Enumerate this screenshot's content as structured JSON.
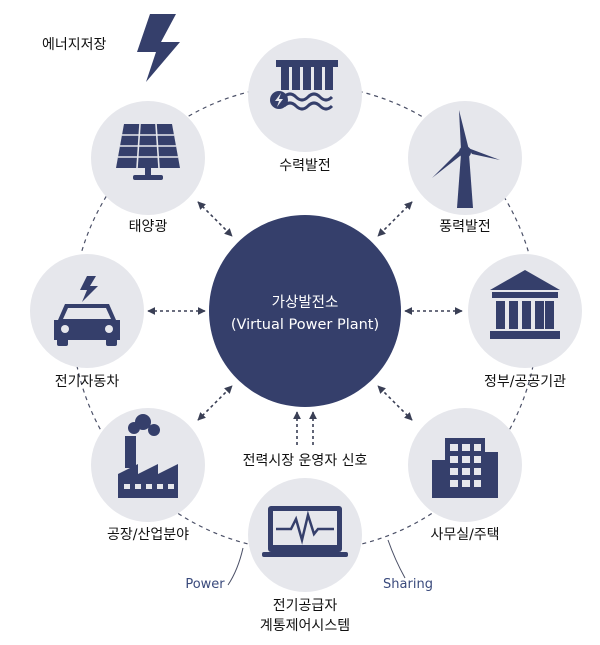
{
  "colors": {
    "navy": "#353f6b",
    "node_bg": "#e6e7ec",
    "dash": "#4a4f66",
    "accent_text": "#3a4a7c"
  },
  "center": {
    "line1": "가상발전소",
    "line2": "(Virtual Power Plant)"
  },
  "nodes": [
    {
      "label": "수력발전",
      "icon": "hydro-power-icon"
    },
    {
      "label": "풍력발전",
      "icon": "wind-turbine-icon"
    },
    {
      "label": "정부/공공기관",
      "icon": "government-building-icon"
    },
    {
      "label": "사무실/주택",
      "icon": "office-building-icon"
    },
    {
      "label_line1": "전기공급자",
      "label_line2": "계통제어시스템",
      "icon": "monitor-ecg-icon"
    },
    {
      "label": "공장/산업분야",
      "icon": "factory-icon"
    },
    {
      "label": "전기자동차",
      "icon": "electric-car-icon"
    },
    {
      "label": "태양광",
      "icon": "solar-panel-icon"
    }
  ],
  "energy_storage": {
    "label": "에너지저장",
    "icon": "lightning-bolt-icon"
  },
  "signal_label": "전력시장 운영자 신호",
  "ring_labels": {
    "left": "Power",
    "right": "Sharing"
  }
}
